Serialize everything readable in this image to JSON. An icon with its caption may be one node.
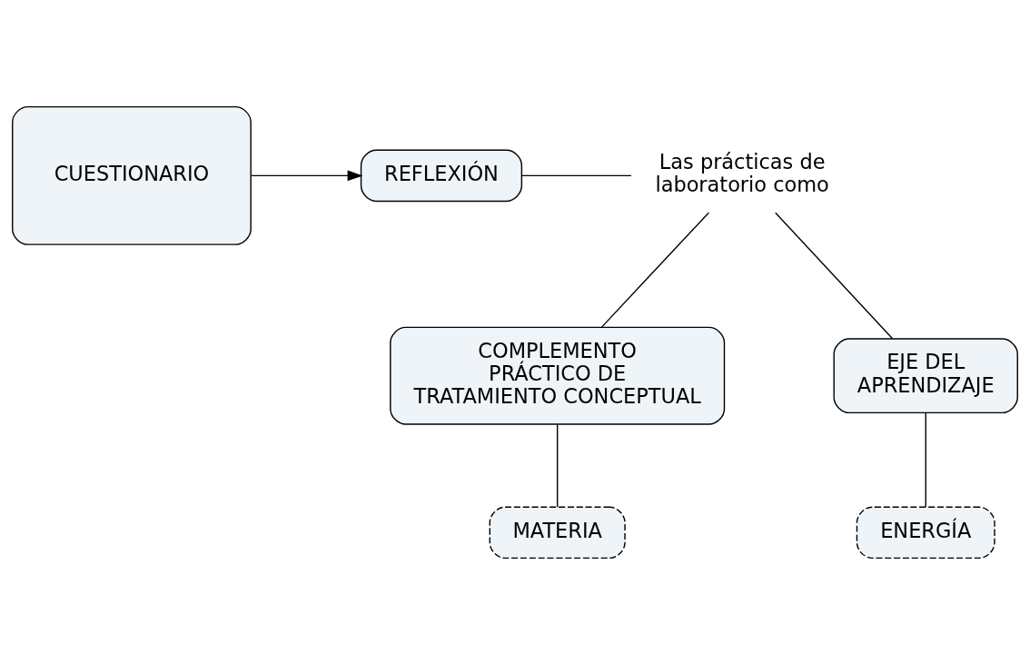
{
  "diagram": {
    "nodes": [
      {
        "text": [
          "CUESTIONARIO"
        ]
      },
      {
        "text": [
          "REFLEXIÓN"
        ]
      },
      {
        "text": [
          "Las prácticas de laboratorio como"
        ]
      },
      {
        "text": [
          "COMPLEMENTO PRÁCTICO DE TRATAMIENTO CONCEPTUAL"
        ]
      },
      {
        "text": [
          "EJE DEL APRENDIZAJE"
        ]
      },
      {
        "text": [
          "MATERIA"
        ]
      },
      {
        "text": [
          "ENERGÍA"
        ]
      }
    ],
    "edges": [
      {
        "from": 0,
        "to": 1,
        "arrow": "to"
      },
      {
        "from": 1,
        "to": 2,
        "arrow": "none"
      },
      {
        "from": 2,
        "to": 3,
        "arrow": "none"
      },
      {
        "from": 2,
        "to": 4,
        "arrow": "none"
      },
      {
        "from": 3,
        "to": 5,
        "arrow": "none"
      },
      {
        "from": 4,
        "to": 6,
        "arrow": "none"
      }
    ]
  }
}
